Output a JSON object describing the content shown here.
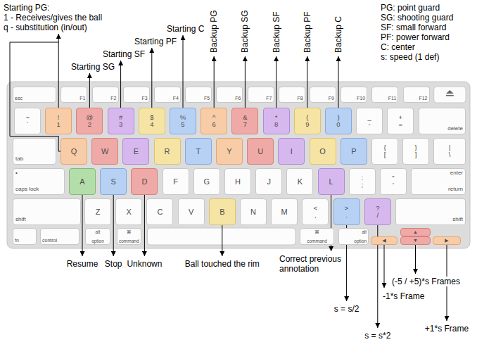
{
  "diagram": {
    "nodes": [
      {
        "text": [
          "esc"
        ]
      },
      {
        "text": [
          "F1"
        ]
      },
      {
        "text": [
          "F2"
        ]
      },
      {
        "text": [
          "F3"
        ]
      },
      {
        "text": [
          "F4"
        ]
      },
      {
        "text": [
          "F5"
        ]
      },
      {
        "text": [
          "F6"
        ]
      },
      {
        "text": [
          "F7"
        ]
      },
      {
        "text": [
          "F8"
        ]
      },
      {
        "text": [
          "F9"
        ]
      },
      {
        "text": [
          "F10"
        ]
      },
      {
        "text": [
          "F11"
        ]
      },
      {
        "text": [
          "F12"
        ]
      },
      {
        "text": [
          "~",
          "`"
        ]
      },
      {
        "text": [
          "!",
          "1"
        ]
      },
      {
        "text": [
          "@",
          "2"
        ]
      },
      {
        "text": [
          "#",
          "3"
        ]
      },
      {
        "text": [
          "$",
          "4"
        ]
      },
      {
        "text": [
          "%",
          "5"
        ]
      },
      {
        "text": [
          "^",
          "6"
        ]
      },
      {
        "text": [
          "&",
          "7"
        ]
      },
      {
        "text": [
          "*",
          "8"
        ]
      },
      {
        "text": [
          "(",
          "9"
        ]
      },
      {
        "text": [
          ")",
          "0"
        ]
      },
      {
        "text": [
          "_",
          "-"
        ]
      },
      {
        "text": [
          "+",
          "="
        ]
      },
      {
        "text": [
          "delete"
        ]
      },
      {
        "text": [
          "tab"
        ]
      },
      {
        "text": [
          "Q"
        ]
      },
      {
        "text": [
          "W"
        ]
      },
      {
        "text": [
          "E"
        ]
      },
      {
        "text": [
          "R"
        ]
      },
      {
        "text": [
          "T"
        ]
      },
      {
        "text": [
          "Y"
        ]
      },
      {
        "text": [
          "U"
        ]
      },
      {
        "text": [
          "I"
        ]
      },
      {
        "text": [
          "O"
        ]
      },
      {
        "text": [
          "P"
        ]
      },
      {
        "text": [
          "{",
          "["
        ]
      },
      {
        "text": [
          "}",
          "]"
        ]
      },
      {
        "text": [
          "|",
          "\\"
        ]
      },
      {
        "text": [
          "•",
          "caps lock"
        ]
      },
      {
        "text": [
          "A"
        ]
      },
      {
        "text": [
          "S"
        ]
      },
      {
        "text": [
          "D"
        ]
      },
      {
        "text": [
          "F"
        ]
      },
      {
        "text": [
          "G"
        ]
      },
      {
        "text": [
          "H"
        ]
      },
      {
        "text": [
          "J"
        ]
      },
      {
        "text": [
          "K"
        ]
      },
      {
        "text": [
          "L"
        ]
      },
      {
        "text": [
          ":",
          ";"
        ]
      },
      {
        "text": [
          "\"",
          "'"
        ]
      },
      {
        "text": [
          "enter",
          "return"
        ]
      },
      {
        "text": [
          "shift"
        ]
      },
      {
        "text": [
          "Z"
        ]
      },
      {
        "text": [
          "X"
        ]
      },
      {
        "text": [
          "C"
        ]
      },
      {
        "text": [
          "V"
        ]
      },
      {
        "text": [
          "B"
        ]
      },
      {
        "text": [
          "N"
        ]
      },
      {
        "text": [
          "M"
        ]
      },
      {
        "text": [
          "<",
          ","
        ]
      },
      {
        "text": [
          ">",
          "."
        ]
      },
      {
        "text": [
          "?",
          "/"
        ]
      },
      {
        "text": [
          "shift"
        ]
      },
      {
        "text": [
          "fn"
        ]
      },
      {
        "text": [
          "control"
        ]
      },
      {
        "text": [
          "alt",
          "option"
        ]
      },
      {
        "text": [
          "⌘",
          "command"
        ]
      },
      {
        "text": [
          "⌘",
          "command"
        ]
      },
      {
        "text": [
          "alt",
          "option"
        ]
      },
      {
        "text": [
          "◀"
        ]
      },
      {
        "text": [
          "▲"
        ]
      },
      {
        "text": [
          "▼"
        ]
      },
      {
        "text": [
          "▶"
        ]
      }
    ],
    "labels": [
      "Starting PG:",
      "1 - Receives/gives the ball",
      "q - substitution (in/out)",
      "PG: point guard",
      "SG: shooting guard",
      "SF: small forward",
      "PF: power forward",
      "C: center",
      "s: speed (1 def)",
      "Starting C",
      "Starting PF",
      "Starting SF",
      "Starting SG",
      "Backup PG",
      "Backup SG",
      "Backup SF",
      "Backup PF",
      "Backup C",
      "Resume",
      "Stop",
      "Unknown",
      "Ball touched the rim",
      "Correct previous annotation",
      "(-5 / +5)*s Frames",
      "-1*s Frame",
      "s = s/2",
      "+1*s Frame",
      "s = s*2"
    ]
  }
}
